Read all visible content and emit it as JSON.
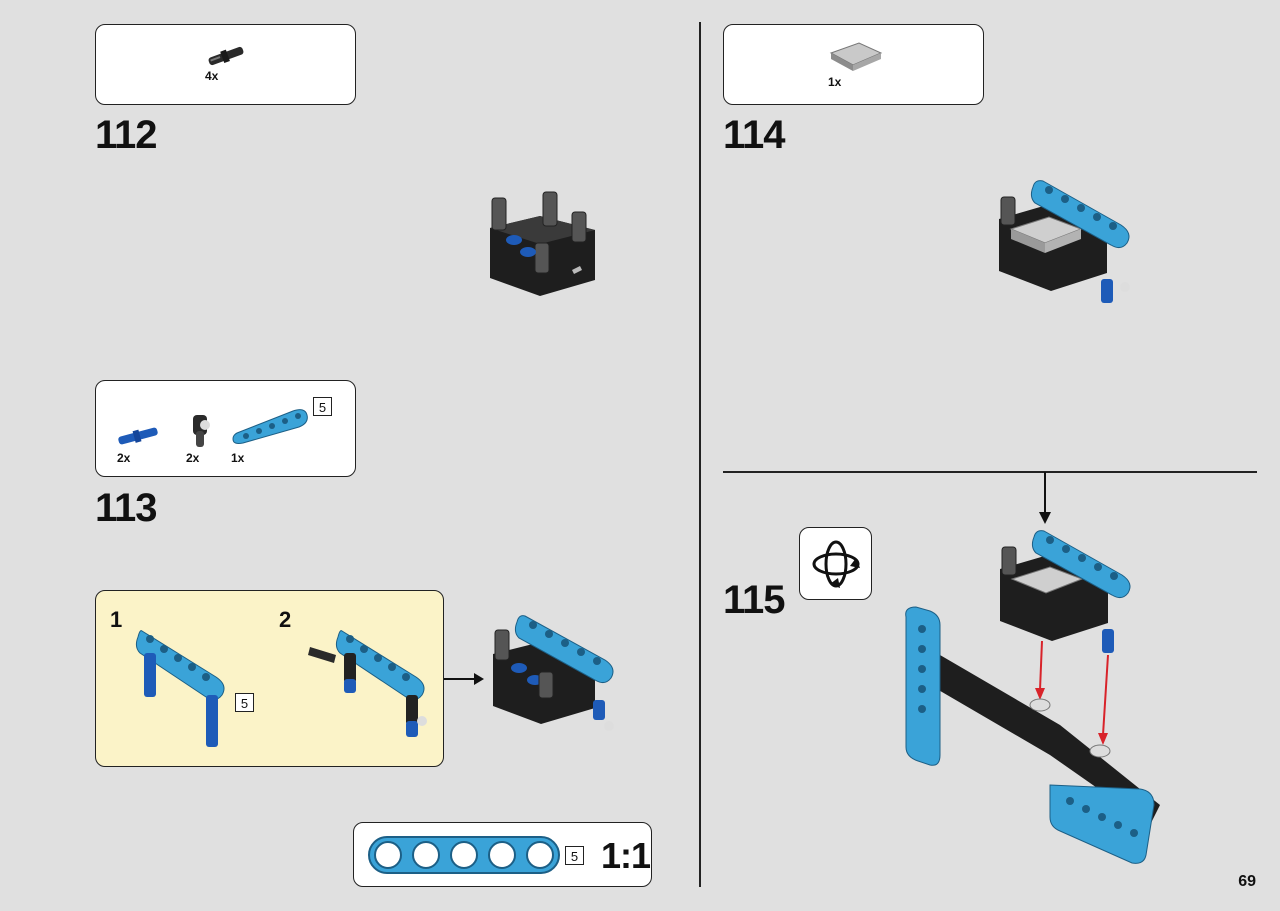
{
  "page": {
    "number": "69"
  },
  "steps": [
    {
      "number": "112",
      "parts": [
        {
          "qty": "4x",
          "icon": "black-friction-pin-icon"
        }
      ]
    },
    {
      "number": "113",
      "parts": [
        {
          "qty": "2x",
          "icon": "blue-axle-pin-icon"
        },
        {
          "qty": "2x",
          "icon": "black-pin-connector-icon"
        },
        {
          "qty": "1x",
          "icon": "blue-beam-5-icon",
          "length": "5"
        }
      ],
      "substeps": [
        {
          "number": "1",
          "length": "5"
        },
        {
          "number": "2"
        }
      ]
    },
    {
      "number": "114",
      "parts": [
        {
          "qty": "1x",
          "icon": "gray-tile-icon"
        }
      ]
    },
    {
      "number": "115",
      "callout": "rotate-model-icon"
    }
  ],
  "scale_reference": {
    "length": "5",
    "label": "1:1",
    "holes": 5
  },
  "colors": {
    "background": "#e0e0e0",
    "beam_blue": "#3aa3d8",
    "pin_blue": "#1e5bb8",
    "callout_yellow": "#fbf3c8",
    "arrow_red": "#d8232a"
  }
}
